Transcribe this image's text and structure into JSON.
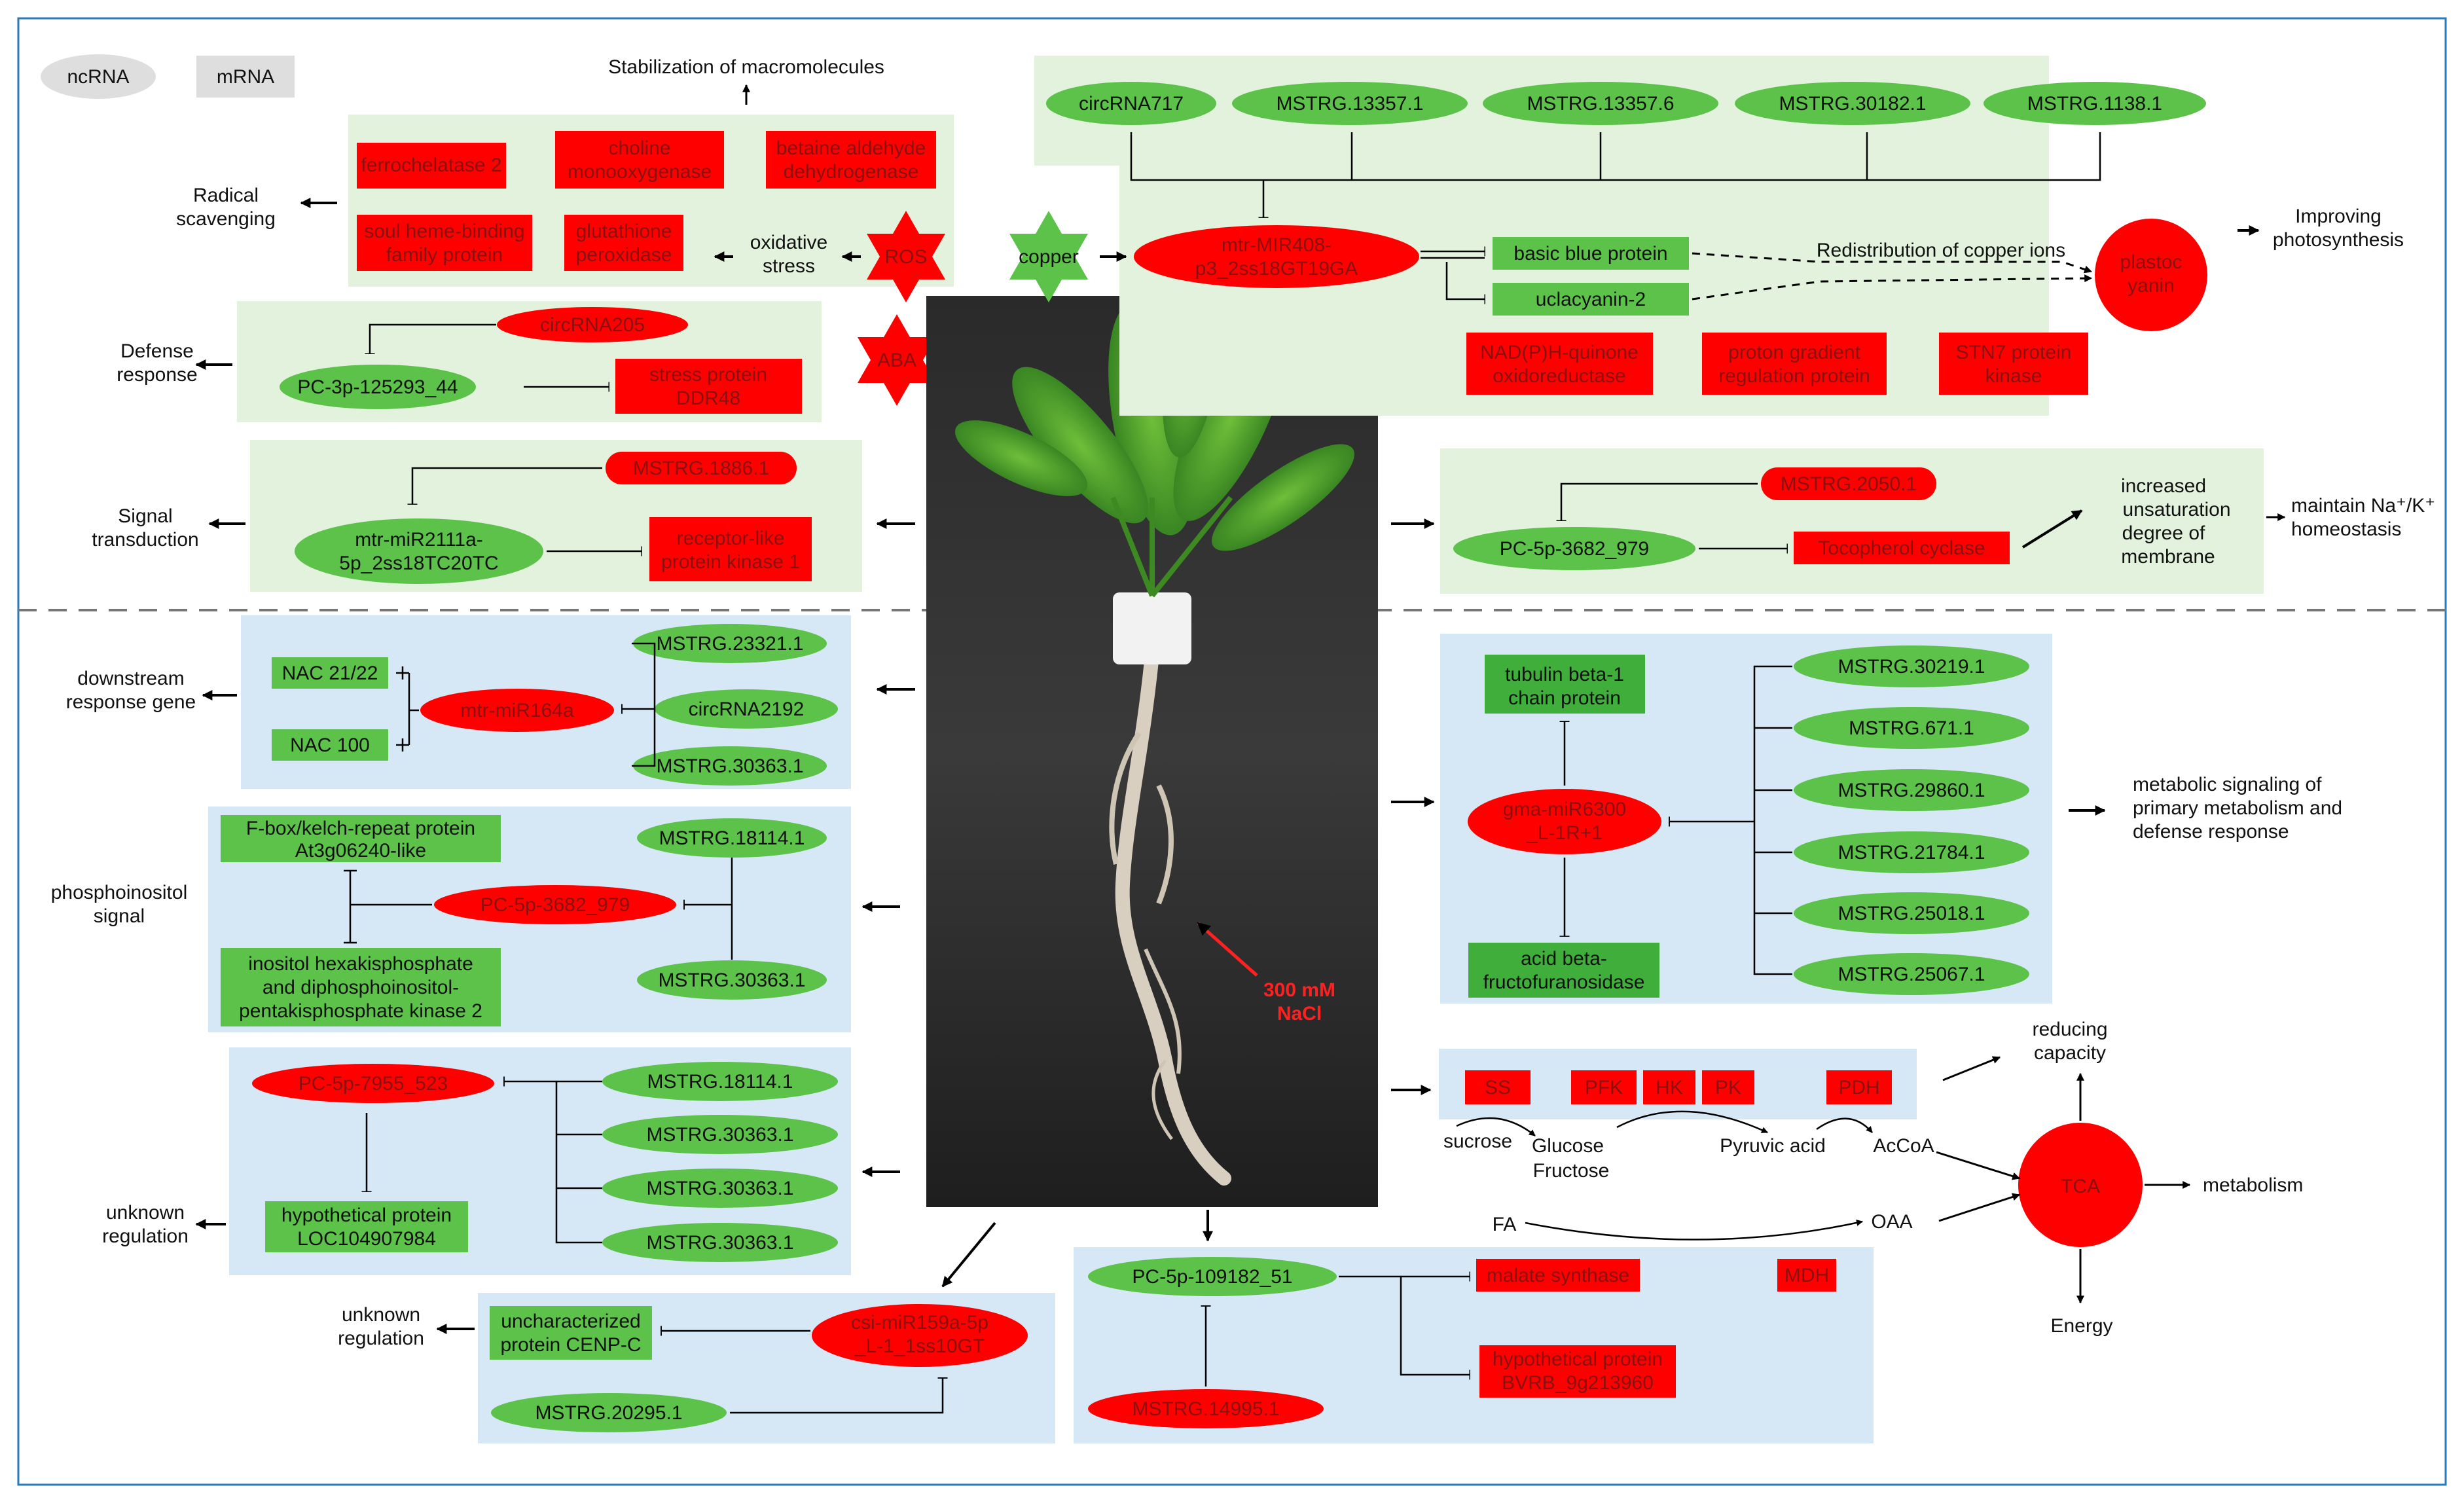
{
  "legend": {
    "ncrna": "ncRNA",
    "mrna": "mRNA"
  },
  "top_left": {
    "stabilization": "Stabilization of macromolecules",
    "genes": [
      "ferrochelatase 2",
      "choline monooxygenase",
      "betaine aldehyde dehydrogenase",
      "soul heme-binding family protein",
      "glutathione peroxidase"
    ],
    "radical_scavenging": "Radical scavenging",
    "oxidative_stress": "oxidative stress",
    "ros": "ROS"
  },
  "defense": {
    "circ205": "circRNA205",
    "pc3p": "PC-3p-125293_44",
    "ddr48": "stress protein DDR48",
    "label": "Defense response",
    "aba": "ABA"
  },
  "signal": {
    "mstrg1886": "MSTRG.1886.1",
    "mir2111": "mtr-miR2111a-5p_2ss18TC20TC",
    "rlk": "receptor-like protein kinase 1",
    "label": "Signal transduction"
  },
  "copper": {
    "copper": "copper",
    "rnas": [
      "circRNA717",
      "MSTRG.13357.1",
      "MSTRG.13357.6",
      "MSTRG.30182.1",
      "MSTRG.1138.1"
    ],
    "mir408": "mtr-MIR408-p3_2ss18GT19GA",
    "basic_blue": "basic blue protein",
    "uclacyanin": "uclacyanin-2",
    "redistribution": "Redistribution of copper ions",
    "plastocyanin": "plastocyanin",
    "improving": "Improving photosynthesis",
    "extra": [
      "NAD(P)H-quinone oxidoreductase",
      "proton gradient regulation protein",
      "STN7 protein kinase"
    ]
  },
  "membrane": {
    "mstrg2050": "MSTRG.2050.1",
    "pc5p": "PC-5p-3682_979",
    "tocopherol": "Tocopherol cyclase",
    "increased": "increased unsaturation degree of membrane",
    "maintain": "maintain Na⁺/K⁺ homeostasis"
  },
  "nac": {
    "nac2122": "NAC 21/22",
    "nac100": "NAC 100",
    "mir164": "mtr-miR164a",
    "rnas": [
      "MSTRG.23321.1",
      "circRNA2192",
      "MSTRG.30363.1"
    ],
    "label": "downstream response gene"
  },
  "phospho": {
    "fbox": "F-box/kelch-repeat protein At3g06240-like",
    "pc5p": "PC-5p-3682_979",
    "inositol": "inositol hexakisphosphate and diphosphoinositol-pentakisphosphate kinase 2",
    "rnas": [
      "MSTRG.18114.1",
      "MSTRG.30363.1"
    ],
    "label": "phosphoinositol signal"
  },
  "unknown1": {
    "pc7955": "PC-5p-7955_523",
    "hypo": "hypothetical protein LOC104907984",
    "rnas": [
      "MSTRG.18114.1",
      "MSTRG.30363.1",
      "MSTRG.30363.1",
      "MSTRG.30363.1"
    ],
    "label": "unknown regulation"
  },
  "unknown2": {
    "cenp": "uncharacterized protein CENP-C",
    "mir159": "csi-miR159a-5p_L-1_1ss10GT",
    "mstrg20295": "MSTRG.20295.1",
    "label": "unknown regulation"
  },
  "malate": {
    "pc109182": "PC-5p-109182_51",
    "malate_synthase": "malate synthase",
    "mdh": "MDH",
    "mstrg14995": "MSTRG.14995.1",
    "hypo": "hypothetical protein BVRB_9g213960"
  },
  "metabolic": {
    "tubulin": "tubulin beta-1 chain protein",
    "mir6300": "gma-miR6300_L-1R+1",
    "acid": "acid beta-fructofuranosidase",
    "rnas": [
      "MSTRG.30219.1",
      "MSTRG.671.1",
      "MSTRG.29860.1",
      "MSTRG.21784.1",
      "MSTRG.25018.1",
      "MSTRG.25067.1"
    ],
    "label": "metabolic signaling of primary metabolism and defense response"
  },
  "glycolysis": {
    "enzymes": [
      "SS",
      "PFK",
      "HK",
      "PK",
      "PDH"
    ],
    "sucrose": "sucrose",
    "glucose": "Glucose",
    "fructose": "Fructose",
    "pyruvic": "Pyruvic acid",
    "acetyl": "AcCoA",
    "fa": "FA",
    "oaa": "OAA",
    "tca": "TCA",
    "reducing": "reducing capacity",
    "metabolism": "metabolism",
    "energy": "Energy"
  },
  "plant": {
    "label": "300 mM NaCl"
  },
  "colors": {
    "red": "#ff0000",
    "green": "#5cc24a",
    "dark_green": "#3fae3a",
    "green_box": "#e3f2dc",
    "blue_box": "#d6e8f5",
    "frame": "#2a7ab8"
  }
}
